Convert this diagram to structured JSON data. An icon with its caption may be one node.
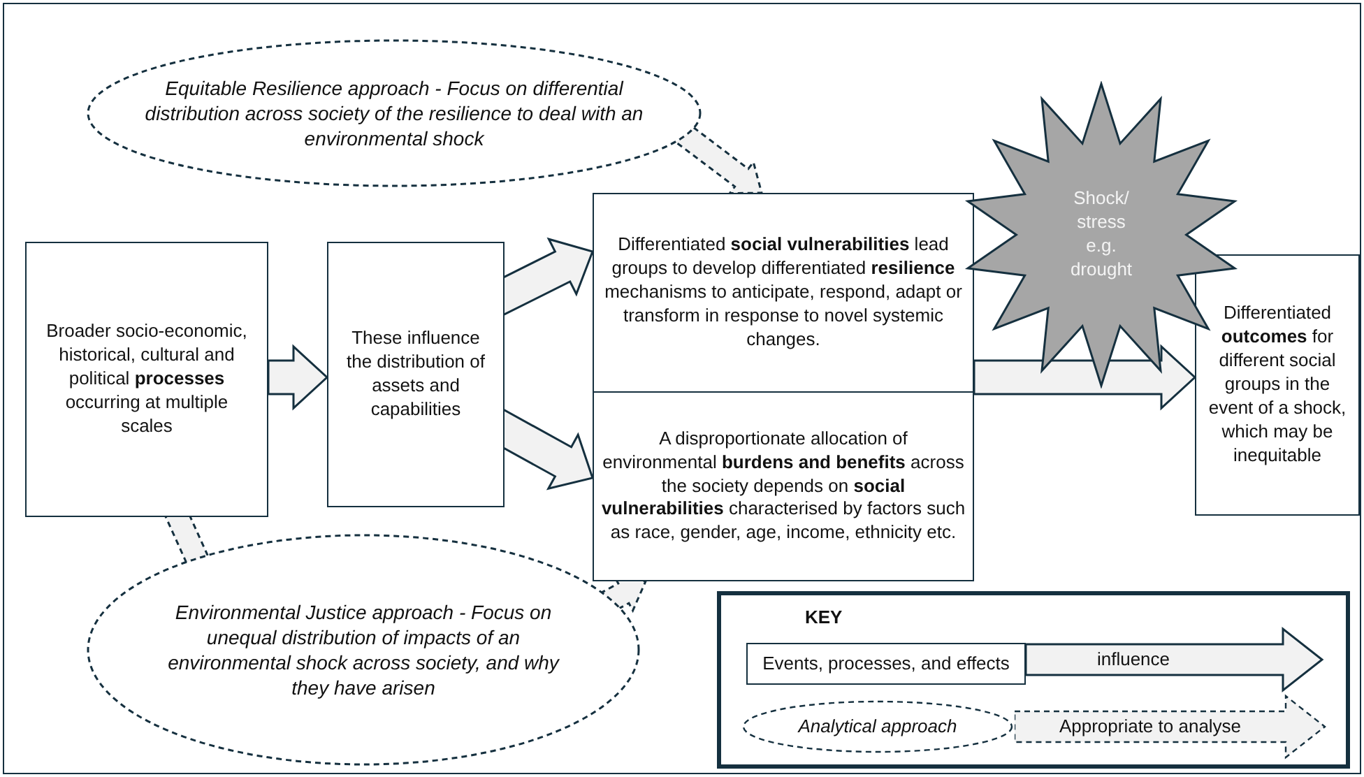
{
  "diagram": {
    "nodes": [
      {
        "text": [
          "Equitable Resilience approach - Focus on differential distribution across society of the resilience to deal with an environmental shock"
        ]
      },
      {
        "text": [
          "Broader socio-economic, historical, cultural and political **processes** occurring at multiple scales"
        ]
      },
      {
        "text": [
          "These influence the distribution of assets and capabilities"
        ]
      },
      {
        "text": [
          "Differentiated **social vulnerabilities** lead groups to develop differentiated **resilience** mechanisms to anticipate, respond, adapt or transform in response to novel systemic changes."
        ]
      },
      {
        "text": [
          "Shock/ stress e.g. drought"
        ]
      },
      {
        "text": [
          "Differentiated **outcomes** for different social groups in the event of a shock, which may be inequitable"
        ]
      },
      {
        "text": [
          "A disproportionate allocation of environmental **burdens and benefits** across the society depends on **social vulnerabilities** characterised by factors such as race, gender, age, income, ethnicity etc."
        ]
      },
      {
        "text": [
          "Environmental Justice approach - Focus on unequal distribution of impacts of an environmental shock across society, and why they have arisen"
        ]
      }
    ],
    "edges": [
      {
        "from": 1,
        "to": 2,
        "arrow": "to",
        "style": "thick"
      },
      {
        "from": 2,
        "to": 3,
        "arrow": "to",
        "style": "thick"
      },
      {
        "from": 2,
        "to": 6,
        "arrow": "to",
        "style": "thick"
      },
      {
        "from": 3,
        "to": 5,
        "arrow": "to",
        "style": "thick"
      },
      {
        "from": 6,
        "to": 5,
        "arrow": "to",
        "style": "thick"
      },
      {
        "from": 0,
        "to": 3,
        "arrow": "to",
        "style": "dashed"
      },
      {
        "from": 7,
        "to": 1,
        "arrow": "to",
        "style": "dashed"
      },
      {
        "from": 7,
        "to": 6,
        "arrow": "to",
        "style": "dashed"
      }
    ],
    "labels": [
      "KEY"
    ],
    "legend": [
      {
        "text": "Events, processes, and effects"
      },
      {
        "text": "influence"
      },
      {
        "text": "Analytical approach"
      },
      {
        "text": "Appropriate to analyse"
      }
    ]
  }
}
